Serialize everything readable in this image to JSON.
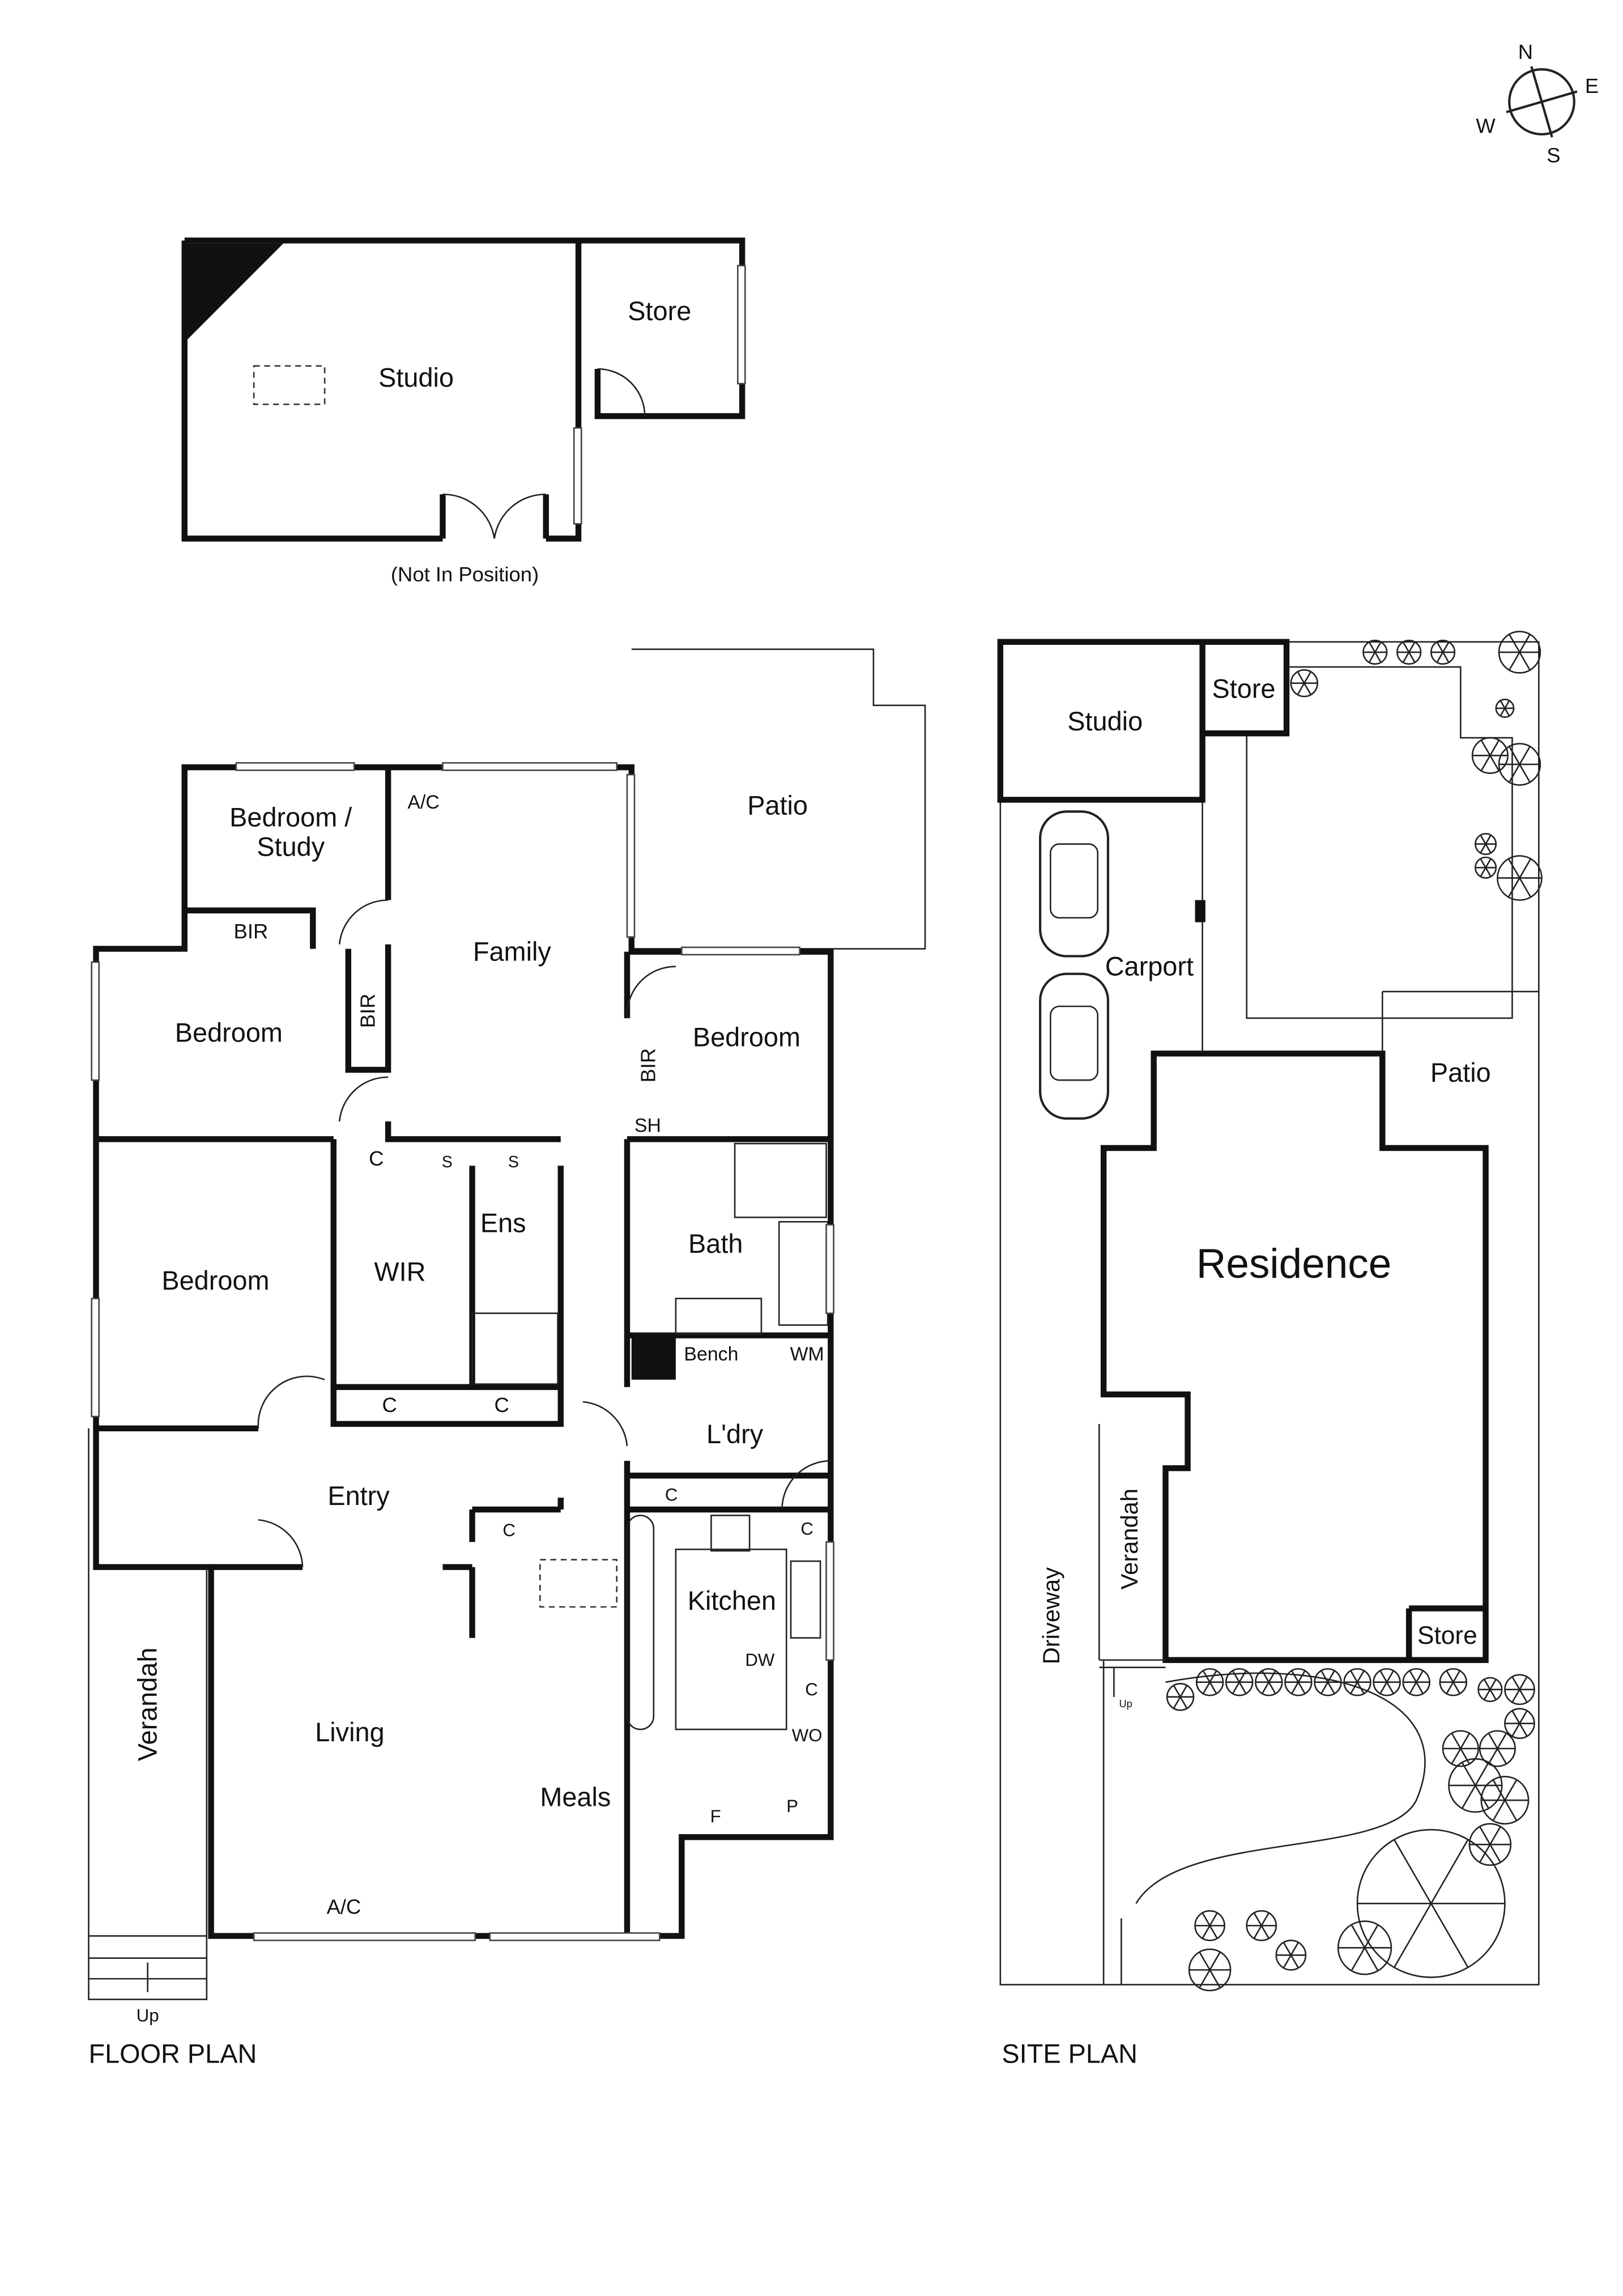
{
  "compass": {
    "n": "N",
    "e": "E",
    "s": "S",
    "w": "W"
  },
  "studio_annex": {
    "studio": "Studio",
    "store": "Store",
    "note": "(Not In Position)"
  },
  "floor_plan": {
    "title": "FLOOR PLAN",
    "rooms": {
      "patio": "Patio",
      "bedroom_study": [
        "Bedroom /",
        "Study"
      ],
      "ac_top": "A/C",
      "bir_1": "BIR",
      "family": "Family",
      "bedroom_1": "Bedroom",
      "bir_2": "BIR",
      "bedroom_2": "Bedroom",
      "bir_3": "BIR",
      "sh": "SH",
      "c_1": "C",
      "s_1": "S",
      "s_2": "S",
      "ens": "Ens",
      "bedroom_3": "Bedroom",
      "wir": "WIR",
      "bath": "Bath",
      "bench": "Bench",
      "wm": "WM",
      "c_2": "C",
      "c_3": "C",
      "ldry": "L'dry",
      "entry": "Entry",
      "c_4": "C",
      "c_5": "C",
      "c_6": "C",
      "kitchen": "Kitchen",
      "dw": "DW",
      "c_7": "C",
      "wo": "WO",
      "verandah": "Verandah",
      "living": "Living",
      "meals": "Meals",
      "f": "F",
      "p": "P",
      "ac_bottom": "A/C",
      "up": "Up"
    }
  },
  "site_plan": {
    "title": "SITE PLAN",
    "labels": {
      "studio": "Studio",
      "store_top": "Store",
      "carport": "Carport",
      "patio": "Patio",
      "residence": "Residence",
      "verandah": "Verandah",
      "driveway": "Driveway",
      "store_bottom": "Store",
      "up": "Up"
    }
  }
}
